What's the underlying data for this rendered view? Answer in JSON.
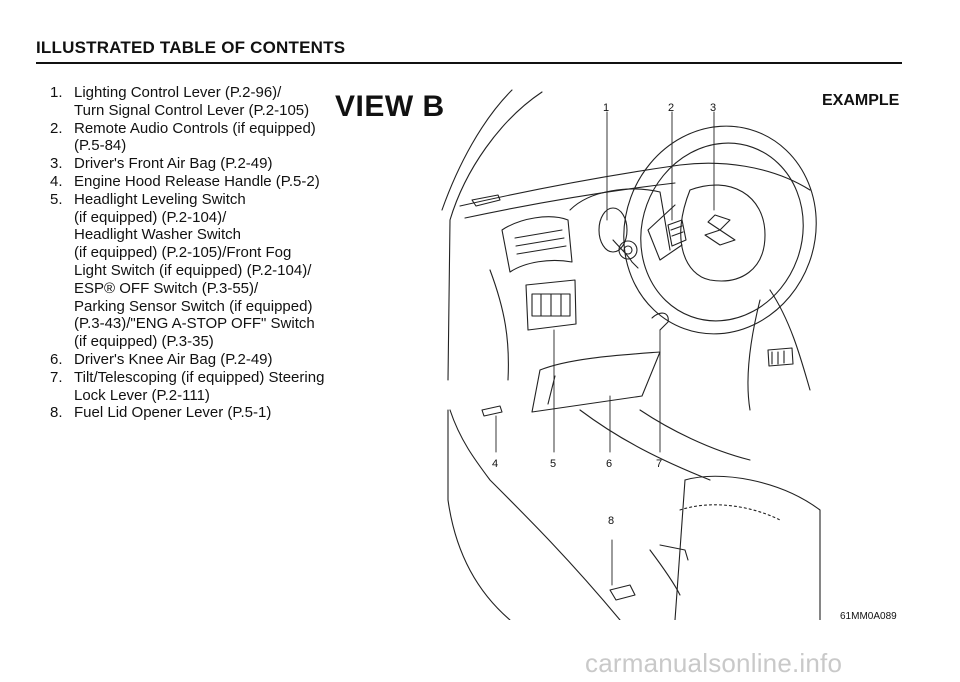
{
  "header": {
    "title": "ILLUSTRATED TABLE OF CONTENTS"
  },
  "toc": {
    "items": [
      {
        "num": "1.",
        "lines": [
          "Lighting Control Lever (P.2-96)/",
          "Turn Signal Control Lever (P.2-105)"
        ]
      },
      {
        "num": "2.",
        "lines": [
          "Remote Audio Controls (if equipped)",
          "(P.5-84)"
        ]
      },
      {
        "num": "3.",
        "lines": [
          "Driver's Front Air Bag (P.2-49)"
        ]
      },
      {
        "num": "4.",
        "lines": [
          "Engine Hood Release Handle (P.5-2)"
        ]
      },
      {
        "num": "5.",
        "lines": [
          "Headlight Leveling Switch",
          "(if equipped) (P.2-104)/",
          "Headlight Washer Switch",
          "(if equipped) (P.2-105)/Front Fog",
          "Light Switch (if equipped) (P.2-104)/",
          "ESP® OFF Switch (P.3-55)/",
          "Parking Sensor Switch (if equipped)",
          "(P.3-43)/\"ENG A-STOP OFF\" Switch",
          "(if equipped) (P.3-35)"
        ]
      },
      {
        "num": "6.",
        "lines": [
          "Driver's Knee Air Bag (P.2-49)"
        ]
      },
      {
        "num": "7.",
        "lines": [
          "Tilt/Telescoping (if equipped) Steering",
          "Lock Lever (P.2-111)"
        ]
      },
      {
        "num": "8.",
        "lines": [
          "Fuel Lid Opener Lever (P.5-1)"
        ]
      }
    ]
  },
  "figure": {
    "view_label": "VIEW B",
    "example_label": "EXAMPLE",
    "code": "61MM0A089",
    "callouts": [
      "1",
      "2",
      "3",
      "4",
      "5",
      "6",
      "7",
      "8"
    ]
  },
  "footer": {
    "watermark": "carmanualsonline.info"
  }
}
